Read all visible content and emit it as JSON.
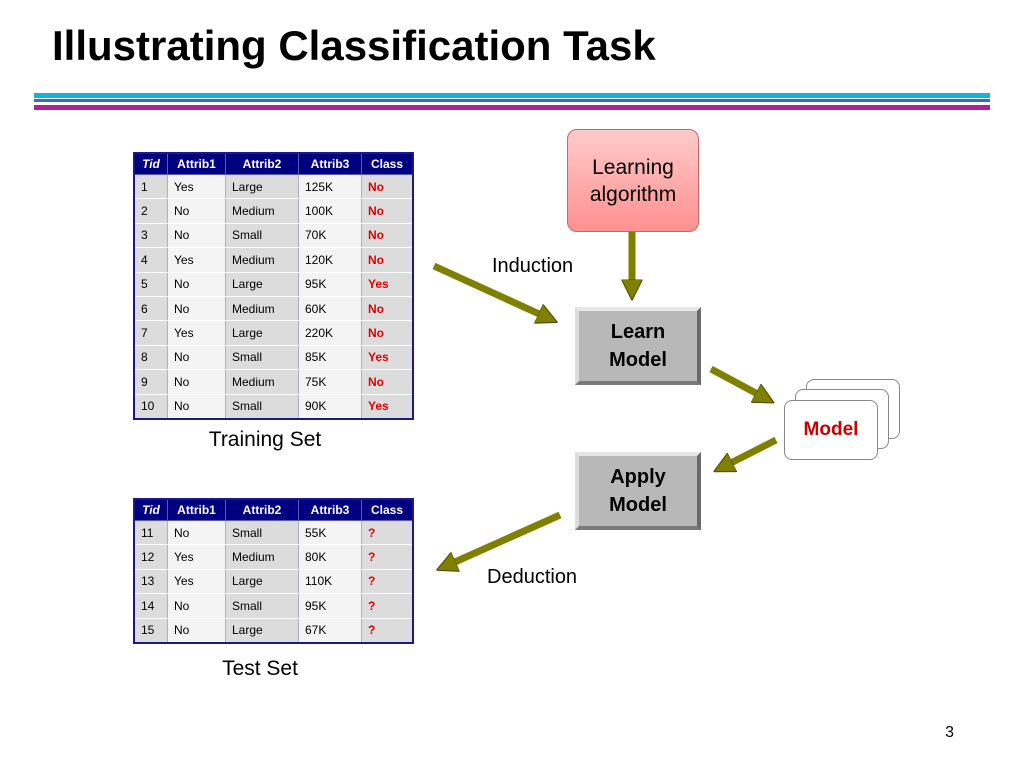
{
  "title": "Illustrating Classification Task",
  "training_table": {
    "headers": [
      "Tid",
      "Attrib1",
      "Attrib2",
      "Attrib3",
      "Class"
    ],
    "rows": [
      [
        "1",
        "Yes",
        "Large",
        "125K",
        "No"
      ],
      [
        "2",
        "No",
        "Medium",
        "100K",
        "No"
      ],
      [
        "3",
        "No",
        "Small",
        "70K",
        "No"
      ],
      [
        "4",
        "Yes",
        "Medium",
        "120K",
        "No"
      ],
      [
        "5",
        "No",
        "Large",
        "95K",
        "Yes"
      ],
      [
        "6",
        "No",
        "Medium",
        "60K",
        "No"
      ],
      [
        "7",
        "Yes",
        "Large",
        "220K",
        "No"
      ],
      [
        "8",
        "No",
        "Small",
        "85K",
        "Yes"
      ],
      [
        "9",
        "No",
        "Medium",
        "75K",
        "No"
      ],
      [
        "10",
        "No",
        "Small",
        "90K",
        "Yes"
      ]
    ],
    "caption": "Training Set"
  },
  "test_table": {
    "headers": [
      "Tid",
      "Attrib1",
      "Attrib2",
      "Attrib3",
      "Class"
    ],
    "rows": [
      [
        "11",
        "No",
        "Small",
        "55K",
        "?"
      ],
      [
        "12",
        "Yes",
        "Medium",
        "80K",
        "?"
      ],
      [
        "13",
        "Yes",
        "Large",
        "110K",
        "?"
      ],
      [
        "14",
        "No",
        "Small",
        "95K",
        "?"
      ],
      [
        "15",
        "No",
        "Large",
        "67K",
        "?"
      ]
    ],
    "caption": "Test Set"
  },
  "diagram": {
    "learning_algorithm": "Learning\nalgorithm",
    "learn_model": "Learn\nModel",
    "apply_model": "Apply\nModel",
    "model": "Model",
    "induction": "Induction",
    "deduction": "Deduction"
  },
  "colors": {
    "arrow": "#808000",
    "table_header": "#000080",
    "class_value": "#e00000"
  },
  "page_number": "3"
}
